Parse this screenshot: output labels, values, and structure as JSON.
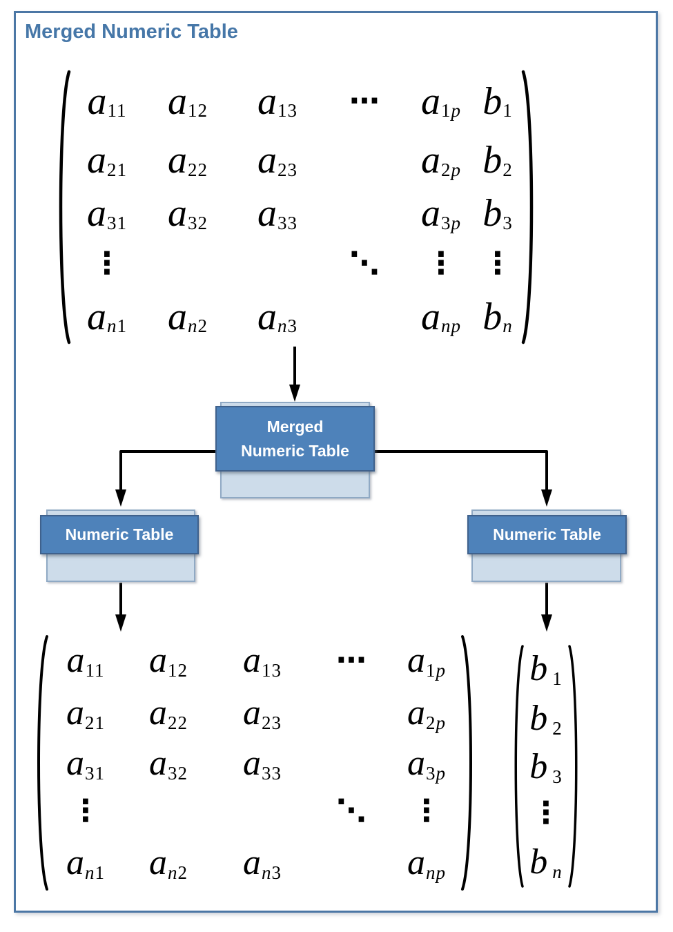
{
  "title": "Merged Numeric Table",
  "colors": {
    "frame_border": "#4C77A5",
    "title_text": "#4677A8",
    "accent_dark": "#4E82BA",
    "accent_dark_border": "#3F618C",
    "accent_light": "#CDDCEA",
    "accent_light_border": "#8FA9C4",
    "box_text": "#FFFFFF",
    "ink": "#000000"
  },
  "nodes": {
    "merged": {
      "line1": "Merged",
      "line2": "Numeric Table"
    },
    "left_table": {
      "label": "Numeric Table"
    },
    "right_table": {
      "label": "Numeric Table"
    }
  },
  "matrices": {
    "merged": {
      "description": "merged numeric table: coefficients a with appended column b",
      "rows": [
        [
          "a_11",
          "a_12",
          "a_13",
          "⋯",
          "a_1p",
          "b_1"
        ],
        [
          "a_21",
          "a_22",
          "a_23",
          "",
          "a_2p",
          "b_2"
        ],
        [
          "a_31",
          "a_32",
          "a_33",
          "",
          "a_3p",
          "b_3"
        ],
        [
          "⋮",
          "",
          "",
          "⋱",
          "⋮",
          "⋮"
        ],
        [
          "a_n1",
          "a_n2",
          "a_n3",
          "",
          "a_np",
          "b_n"
        ]
      ]
    },
    "left": {
      "description": "numeric table of coefficients a (n × p)",
      "rows": [
        [
          "a_11",
          "a_12",
          "a_13",
          "⋯",
          "a_1p"
        ],
        [
          "a_21",
          "a_22",
          "a_23",
          "",
          "a_2p"
        ],
        [
          "a_31",
          "a_32",
          "a_33",
          "",
          "a_3p"
        ],
        [
          "⋮",
          "",
          "",
          "⋱",
          "⋮"
        ],
        [
          "a_n1",
          "a_n2",
          "a_n3",
          "",
          "a_np"
        ]
      ]
    },
    "vector": {
      "description": "numeric table of values b (n × 1)",
      "rows": [
        [
          "b_1"
        ],
        [
          "b_2"
        ],
        [
          "b_3"
        ],
        [
          "⋮"
        ],
        [
          "b_n"
        ]
      ]
    }
  }
}
